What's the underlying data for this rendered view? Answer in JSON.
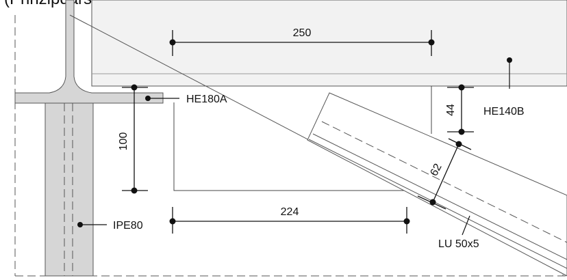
{
  "header": {
    "title": "(Prinzipdarstellung nicht maßstäblich)"
  },
  "dimensions": {
    "width_top": "250",
    "width_bottom": "224",
    "height_left": "100",
    "offset_right": "44",
    "diagonal": "62"
  },
  "profiles": {
    "hea": "HE180A",
    "heb": "HE140B",
    "ipe": "IPE80",
    "angle": "LU 50x5"
  }
}
